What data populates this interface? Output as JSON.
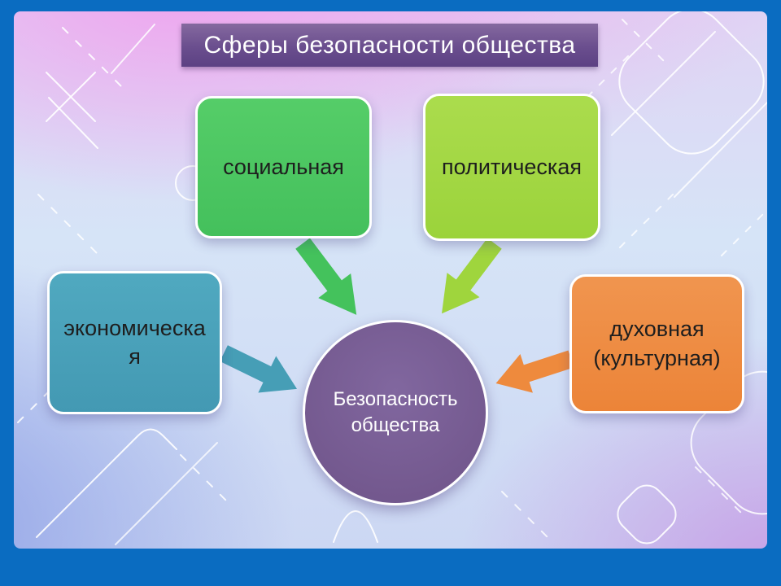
{
  "slide": {
    "title": "Сферы безопасности общества",
    "center": {
      "label": "Безопасность общества",
      "color": "#74598f"
    },
    "nodes": [
      {
        "id": "social",
        "label": "социальная",
        "color": "#4cc661",
        "arrow": "down-right-to-center"
      },
      {
        "id": "political",
        "label": "политическая",
        "color": "#a3d744",
        "arrow": "down-left-to-center"
      },
      {
        "id": "economic",
        "label": "экономическая",
        "color": "#48a3ba",
        "arrow": "right-to-center"
      },
      {
        "id": "spiritual",
        "label": "духовная (культурная)",
        "color": "#ee8c43",
        "arrow": "left-down-to-center"
      }
    ],
    "colors": {
      "frame_border": "#0a6cc1",
      "title_background": "#6a4e8e",
      "title_text": "#ffffff",
      "node_text": "#1e1e1e",
      "center_text": "#ffffff",
      "decoration_lines": "#ffffff"
    }
  }
}
